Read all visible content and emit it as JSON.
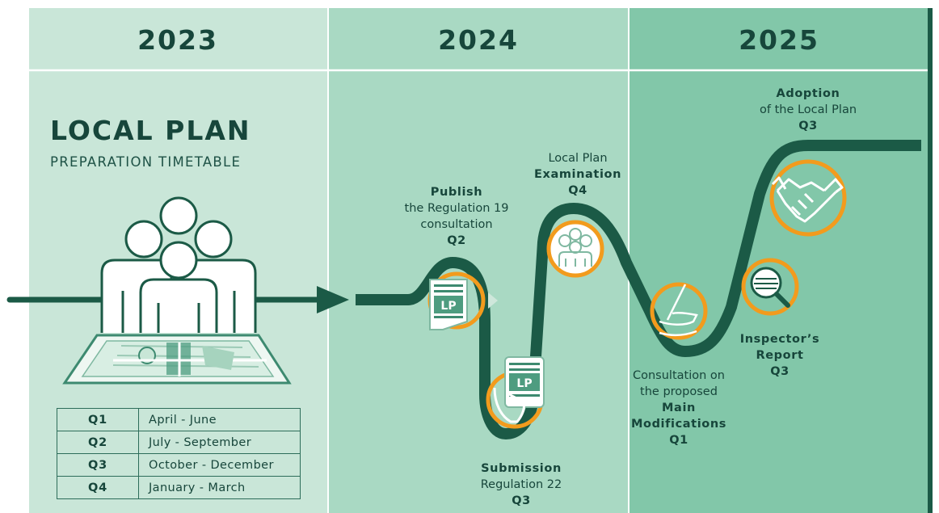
{
  "years": [
    "2023",
    "2024",
    "2025"
  ],
  "title": "LOCAL PLAN",
  "subtitle": "PREPARATION TIMETABLE",
  "quarters": [
    {
      "q": "Q1",
      "months": "April - June"
    },
    {
      "q": "Q2",
      "months": "July - September"
    },
    {
      "q": "Q3",
      "months": "October - December"
    },
    {
      "q": "Q4",
      "months": "January - March"
    }
  ],
  "milestones": {
    "publish": {
      "title": "Publish",
      "line1": "the Regulation 19",
      "line2": "consultation",
      "quarter": "Q2"
    },
    "submission": {
      "title": "Submission",
      "line1": "Regulation 22",
      "quarter": "Q3"
    },
    "examination": {
      "line1": "Local Plan",
      "title": "Examination",
      "quarter": "Q4"
    },
    "modifications": {
      "line1": "Consultation on",
      "line2": "the proposed",
      "title1": "Main",
      "title2": "Modifications",
      "quarter": "Q1"
    },
    "inspector": {
      "title1": "Inspector’s",
      "title2": "Report",
      "quarter": "Q3"
    },
    "adoption": {
      "title": "Adoption",
      "line1": "of the Local Plan",
      "quarter": "Q3"
    }
  },
  "doc_label": "LP",
  "colors": {
    "band_2023": "#c9e6d8",
    "band_2024": "#a9d9c3",
    "band_2025": "#82c7a9",
    "dark_green": "#17463b",
    "path": "#1b5a46",
    "orange": "#f29b1d"
  },
  "icons": [
    "people-group-icon",
    "map-icon",
    "document-icon",
    "hand-phone-icon",
    "audience-icon",
    "pen-signing-icon",
    "magnifier-icon",
    "handshake-icon"
  ]
}
